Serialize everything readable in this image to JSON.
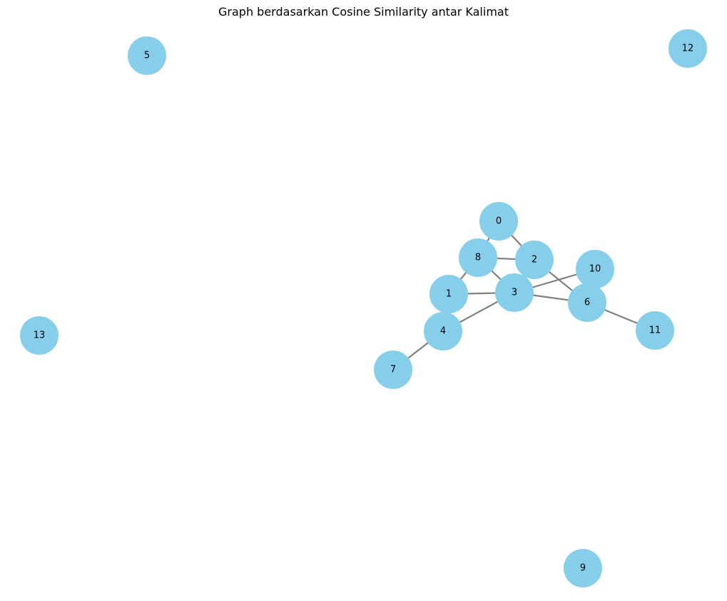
{
  "title": "Graph berdasarkan Cosine Similarity antar Kalimat",
  "colors": {
    "node_fill": "#87CEEB",
    "edge": "#808080",
    "label": "#000000",
    "background": "#ffffff"
  },
  "nodes": [
    {
      "id": "0",
      "label": "0"
    },
    {
      "id": "1",
      "label": "1"
    },
    {
      "id": "2",
      "label": "2"
    },
    {
      "id": "3",
      "label": "3"
    },
    {
      "id": "4",
      "label": "4"
    },
    {
      "id": "5",
      "label": "5"
    },
    {
      "id": "6",
      "label": "6"
    },
    {
      "id": "7",
      "label": "7"
    },
    {
      "id": "8",
      "label": "8"
    },
    {
      "id": "9",
      "label": "9"
    },
    {
      "id": "10",
      "label": "10"
    },
    {
      "id": "11",
      "label": "11"
    },
    {
      "id": "12",
      "label": "12"
    },
    {
      "id": "13",
      "label": "13"
    }
  ],
  "edges": [
    [
      "0",
      "8"
    ],
    [
      "0",
      "2"
    ],
    [
      "8",
      "2"
    ],
    [
      "8",
      "1"
    ],
    [
      "8",
      "3"
    ],
    [
      "2",
      "6"
    ],
    [
      "1",
      "3"
    ],
    [
      "3",
      "10"
    ],
    [
      "3",
      "6"
    ],
    [
      "3",
      "4"
    ],
    [
      "6",
      "11"
    ],
    [
      "4",
      "7"
    ]
  ]
}
